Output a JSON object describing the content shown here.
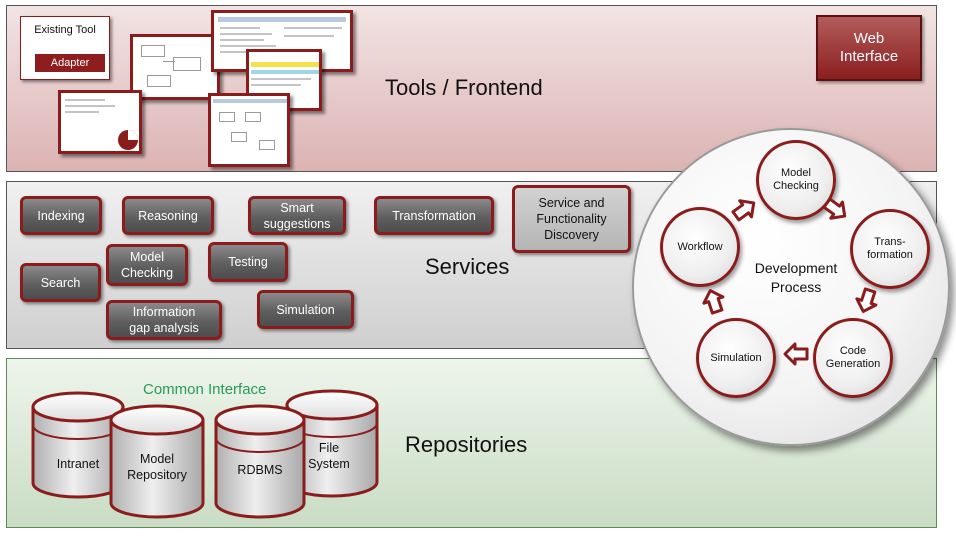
{
  "tools": {
    "title": "Tools / Frontend",
    "existing_tool": "Existing Tool",
    "adapter": "Adapter",
    "web_interface": "Web\nInterface"
  },
  "services": {
    "title": "Services",
    "items": [
      "Indexing",
      "Reasoning",
      "Smart\nsuggestions",
      "Transformation",
      "Service and\nFunctionality\nDiscovery",
      "Model\nChecking",
      "Testing",
      "Search",
      "Simulation",
      "Information\ngap analysis"
    ]
  },
  "repositories": {
    "title": "Repositories",
    "common_interface": "Common Interface",
    "items": [
      "Intranet",
      "Model\nRepository",
      "RDBMS",
      "File\nSystem"
    ]
  },
  "process": {
    "title": "Development\nProcess",
    "steps": [
      "Model\nChecking",
      "Trans-\nformation",
      "Code\nGeneration",
      "Simulation",
      "Workflow"
    ]
  },
  "colors": {
    "accent": "#8a1c1c",
    "button_fill": "#5f5f5f",
    "common_interface": "#2a9a5a"
  }
}
